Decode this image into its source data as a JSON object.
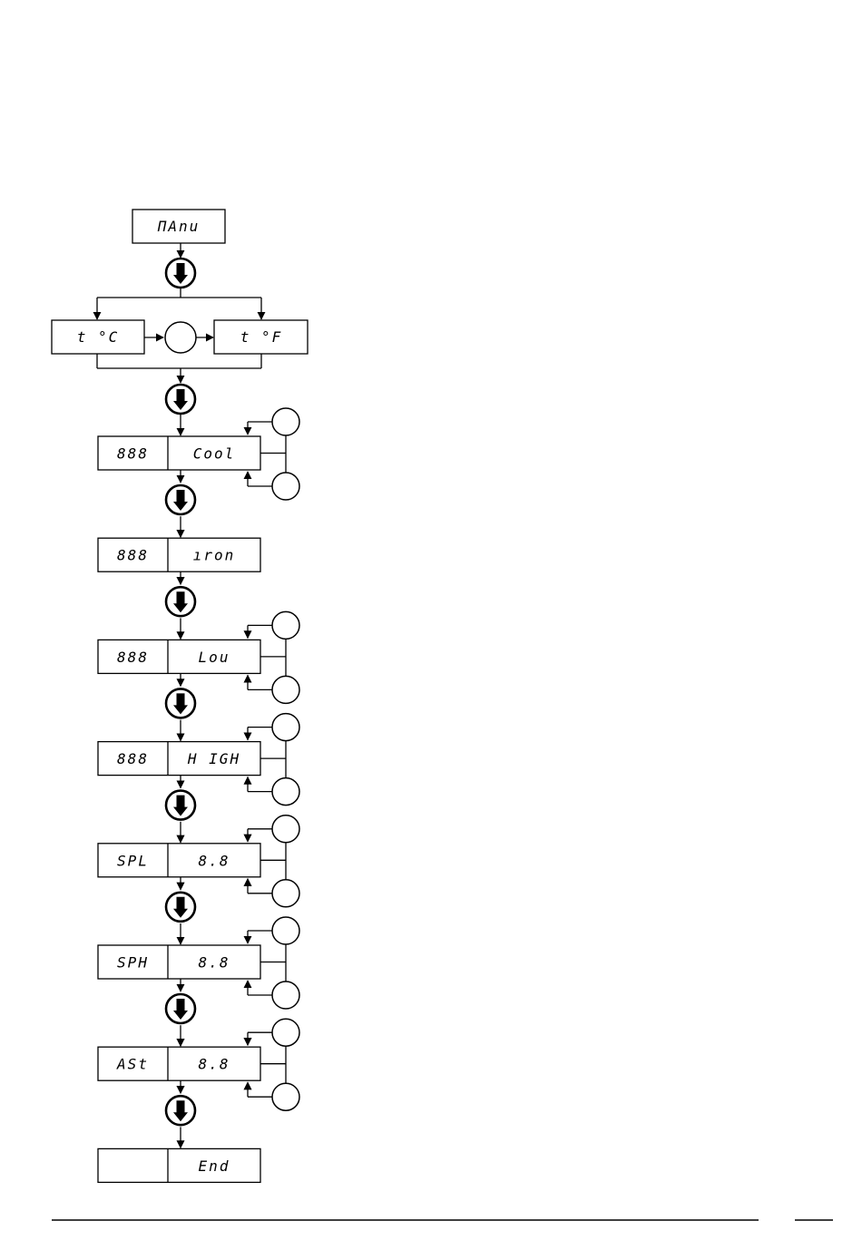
{
  "diagram": {
    "menu_label": "ΠΑnu",
    "unit_celsius": "t °C",
    "unit_fahrenheit": "t °F",
    "steps": [
      {
        "left": "888",
        "right": "Cool",
        "adjustable": true
      },
      {
        "left": "888",
        "right": "ıron",
        "adjustable": false
      },
      {
        "left": "888",
        "right": "Lou",
        "adjustable": true
      },
      {
        "left": "888",
        "right": "H IGH",
        "adjustable": true
      },
      {
        "left": "SPL",
        "right": "8.8",
        "adjustable": true
      },
      {
        "left": "SPH",
        "right": "8.8",
        "adjustable": true
      },
      {
        "left": "ASt",
        "right": "8.8",
        "adjustable": true
      },
      {
        "left": "",
        "right": "End",
        "adjustable": false
      }
    ]
  },
  "colors": {
    "ink": "#000000",
    "background": "#ffffff"
  }
}
